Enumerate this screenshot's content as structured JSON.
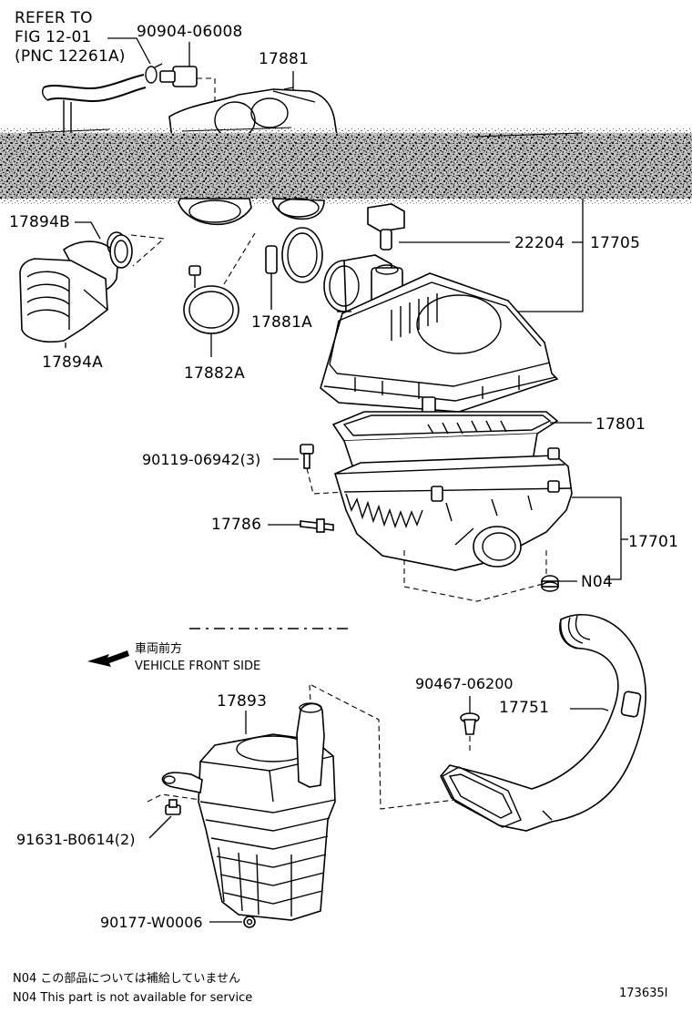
{
  "diagram": {
    "refer_lines": [
      "REFER TO",
      "FIG 12-01",
      "(PNC 12261A)"
    ],
    "labels": {
      "p90904": "90904-06008",
      "p17881": "17881",
      "p17894B": "17894B",
      "p17894A": "17894A",
      "p17882A": "17882A",
      "p17881A": "17881A",
      "p22204": "22204",
      "p17705": "17705",
      "p17801": "17801",
      "p90119": "90119-06942(3)",
      "p17786": "17786",
      "p17701": "17701",
      "pN04": "N04",
      "p17893": "17893",
      "p90467": "90467-06200",
      "p17751": "17751",
      "p91631": "91631-B0614(2)",
      "p90177": "90177-W0006"
    },
    "direction": {
      "jp": "車両前方",
      "en": "VEHICLE FRONT SIDE"
    },
    "notes": [
      "N04  この部品については補給していません",
      "N04  This part is not available for service"
    ],
    "figure_id": "173635I"
  }
}
